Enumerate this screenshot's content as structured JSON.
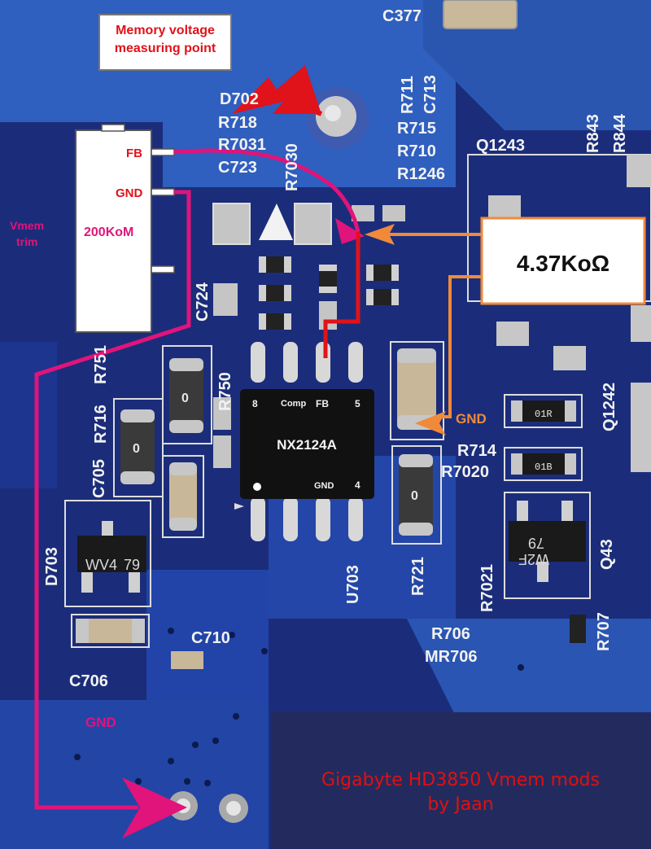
{
  "annotations": {
    "memory_voltage_label_line1": "Memory voltage",
    "memory_voltage_label_line2": "measuring point",
    "fb_label": "FB",
    "gnd_label": "GND",
    "pot_value": "200KoM",
    "vmem_trim_line1": "Vmem",
    "vmem_trim_line2": "trim",
    "resistor_value": "4.37KoΩ",
    "gnd_orange": "GND",
    "gnd_bottom": "GND"
  },
  "chip": {
    "name": "NX2124A",
    "pin8": "8",
    "comp": "Comp",
    "fb": "FB",
    "pin5": "5",
    "gnd": "GND",
    "pin4": "4"
  },
  "silkscreen": {
    "c377": "C377",
    "d702": "D702",
    "r718": "R718",
    "r7031": "R7031",
    "c723": "C723",
    "r7030": "R7030",
    "r711": "R711",
    "c713": "C713",
    "r715": "R715",
    "r710": "R710",
    "r1246": "R1246",
    "q1243": "Q1243",
    "r843": "R843",
    "r844": "R844",
    "c724": "C724",
    "r750": "R750",
    "r716": "R716",
    "c705": "C705",
    "r751": "R751",
    "r714": "R714",
    "r7020": "R7020",
    "q1242": "Q1242",
    "d703": "D703",
    "u703": "U703",
    "r721": "R721",
    "r7021": "R7021",
    "q43": "Q43",
    "c710": "C710",
    "c706": "C706",
    "r706": "R706",
    "mr706": "MR706",
    "r707": "R707",
    "wv4": "WV4",
    "n79a": "79",
    "w2f": "W2F",
    "n79b": "79",
    "zero_a": "0",
    "zero_b": "0",
    "zero_c": "0",
    "code_01r": "01R",
    "code_01b": "01B"
  },
  "caption": {
    "line1": "Gigabyte HD3850 Vmem mods",
    "line2": "by Jaan"
  },
  "colors": {
    "pcb": "#1b2d7a",
    "annotation_red": "#e0121a",
    "annotation_magenta": "#e0147a",
    "annotation_orange": "#f08a3a",
    "caption_bg": "#232b5e",
    "caption_text": "#e01010"
  }
}
